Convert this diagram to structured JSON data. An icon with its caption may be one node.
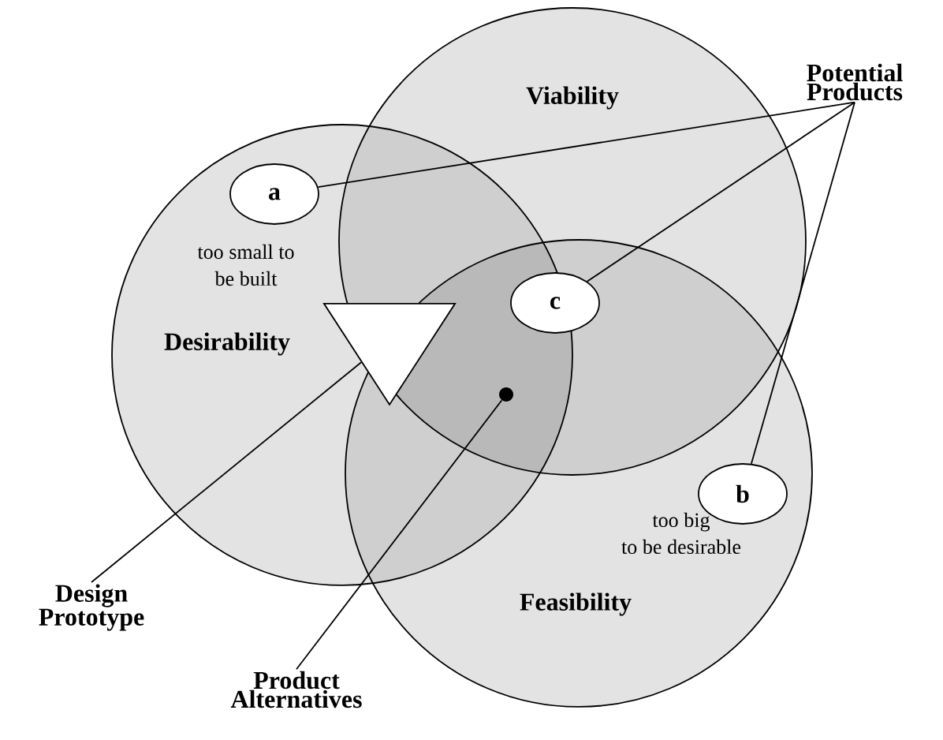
{
  "diagram": {
    "nodes": [
      {
        "text": [
          "Viability"
        ]
      },
      {
        "text": [
          "Desirability"
        ]
      },
      {
        "text": [
          "Feasibility"
        ]
      },
      {
        "text": [
          "a"
        ],
        "in": 1,
        "beside": [
          "too small to be built"
        ]
      },
      {
        "text": [
          "c"
        ]
      },
      {
        "text": [
          "b"
        ],
        "in": 2,
        "beside": [
          "too big to be desirable"
        ]
      },
      {
        "text": [],
        "shape": "triangle",
        "in": 1
      },
      {
        "text": [],
        "shape": "circle"
      },
      {
        "text": [
          "Potential Products"
        ]
      },
      {
        "text": [
          "Design Prototype"
        ]
      },
      {
        "text": [
          "Product Alternatives"
        ]
      }
    ],
    "edges": [
      {
        "from": 8,
        "to": 3,
        "arrow": "none"
      },
      {
        "from": 8,
        "to": 4,
        "arrow": "none"
      },
      {
        "from": 8,
        "to": 5,
        "arrow": "none"
      },
      {
        "from": 9,
        "to": 6,
        "arrow": "none"
      },
      {
        "from": 10,
        "to": 7,
        "arrow": "none"
      }
    ]
  }
}
